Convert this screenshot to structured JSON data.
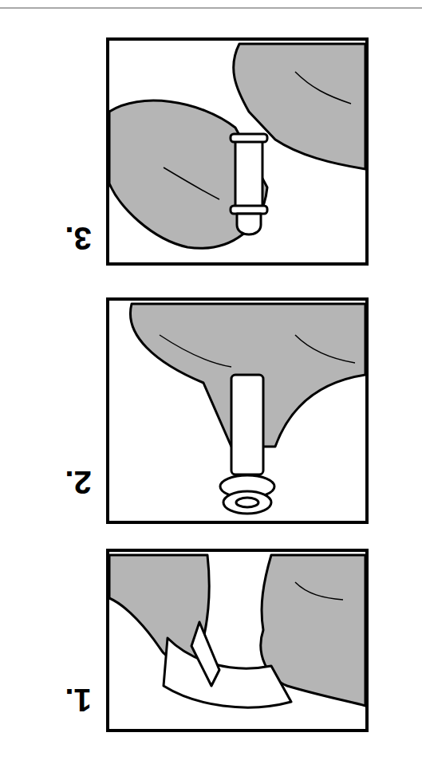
{
  "diagram": {
    "nodes": [
      {
        "text": [
          "1."
        ]
      },
      {
        "text": [
          "2."
        ]
      },
      {
        "text": [
          "3."
        ]
      }
    ]
  }
}
